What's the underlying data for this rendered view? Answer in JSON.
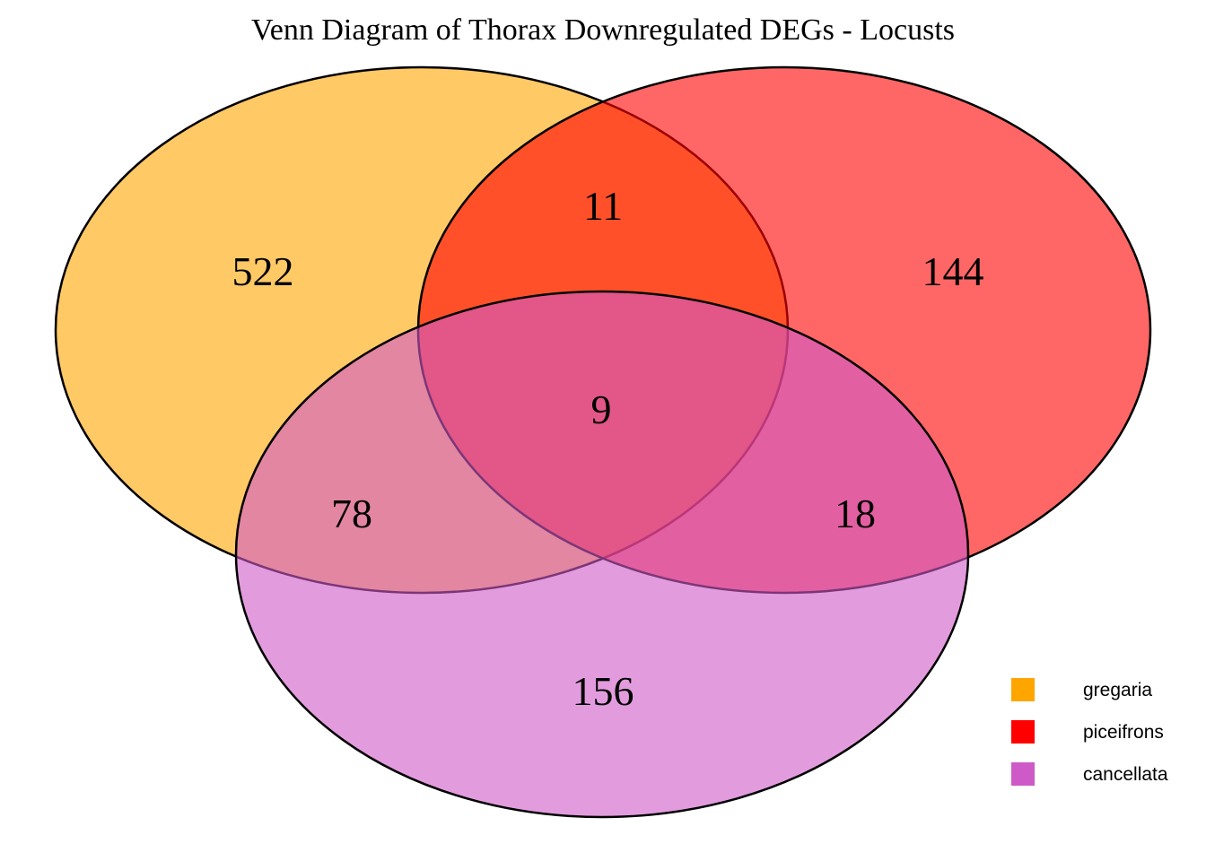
{
  "title": "Venn Diagram of Thorax Downregulated DEGs - Locusts",
  "chart_data": {
    "type": "venn",
    "title": "Venn Diagram of Thorax Downregulated DEGs - Locusts",
    "sets": [
      "gregaria",
      "piceifrons",
      "cancellata"
    ],
    "region_counts": {
      "gregaria_only": 522,
      "piceifrons_only": 144,
      "cancellata_only": 156,
      "gregaria_piceifrons": 11,
      "gregaria_cancellata": 78,
      "piceifrons_cancellata": 18,
      "gregaria_piceifrons_cancellata": 9
    },
    "colors": {
      "gregaria": "#FFA500",
      "piceifrons": "#FF0000",
      "cancellata": "#CE5AC8"
    },
    "legend_position": "bottom-right"
  },
  "legend": {
    "items": [
      {
        "label": "gregaria",
        "color": "#FFA500"
      },
      {
        "label": "piceifrons",
        "color": "#FF0000"
      },
      {
        "label": "cancellata",
        "color": "#CE5AC8"
      }
    ]
  }
}
